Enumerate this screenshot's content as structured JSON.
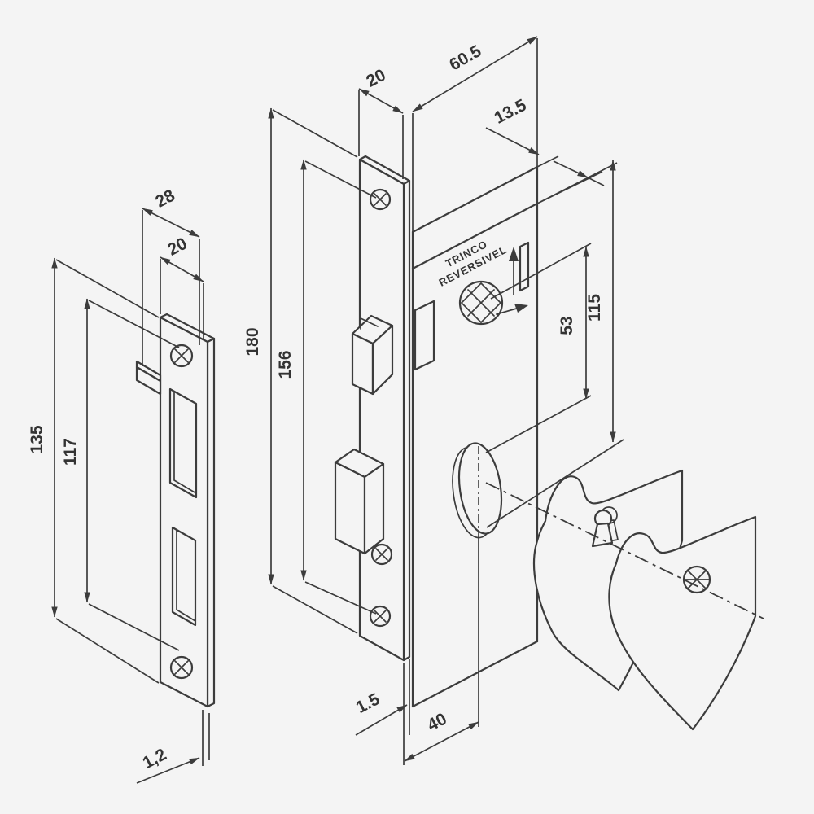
{
  "drawing": {
    "kind": "isometric technical drawing",
    "subject": "mortise door lock with strike plate, lock case and door sections",
    "line_color": "#3c3c3c",
    "background": "#f4f4f4"
  },
  "case_label": {
    "line1": "TRINCO",
    "line2": "REVERSIVEL"
  },
  "dimensions": {
    "strike_plate": {
      "outer_width": "28",
      "hole_width": "20",
      "outer_height": "135",
      "screw_spacing": "117",
      "thickness": "1,2"
    },
    "faceplate": {
      "width": "20",
      "height": "180",
      "screw_spacing": "156",
      "thickness": "1.5"
    },
    "case": {
      "depth": "60.5",
      "thickness": "13.5",
      "height": "115",
      "spindle_to_cylinder": "53",
      "backset": "40"
    }
  }
}
